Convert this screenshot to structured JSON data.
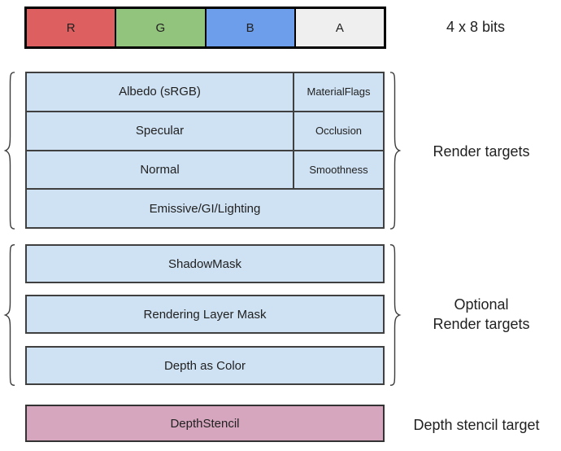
{
  "colors": {
    "target_fill": "#CFE2F3",
    "depth_stencil_fill": "#D5A6BD"
  },
  "top_bar": {
    "channels": [
      {
        "label": "R",
        "color": "#DD5F5F"
      },
      {
        "label": "G",
        "color": "#93C47D"
      },
      {
        "label": "B",
        "color": "#6D9EEB"
      },
      {
        "label": "A",
        "color": "#EFEFEF"
      }
    ],
    "bits_label": "4 x 8 bits"
  },
  "render_targets": {
    "label": "Render targets",
    "rows": [
      {
        "main": "Albedo (sRGB)",
        "alpha": "MaterialFlags"
      },
      {
        "main": "Specular",
        "alpha": "Occlusion"
      },
      {
        "main": "Normal",
        "alpha": "Smoothness"
      },
      {
        "main": "Emissive/GI/Lighting"
      }
    ]
  },
  "optional_targets": {
    "label_line1": "Optional",
    "label_line2": "Render targets",
    "rows": [
      "ShadowMask",
      "Rendering Layer Mask",
      "Depth as Color"
    ]
  },
  "depth_stencil": {
    "box_label": "DepthStencil",
    "caption": "Depth stencil target"
  }
}
